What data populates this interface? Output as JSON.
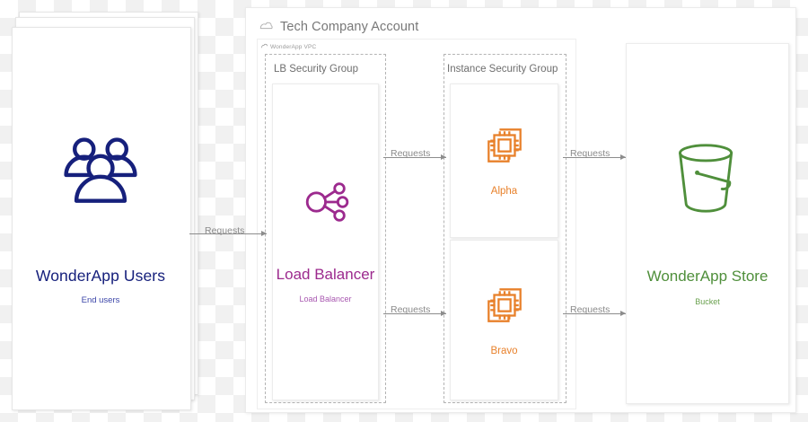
{
  "account": {
    "title": "Tech Company Account",
    "icon": "cloud-icon",
    "vpc_label": "WonderApp VPC",
    "vpc_icon": "vpc-icon"
  },
  "security_groups": [
    {
      "id": "lb",
      "title": "LB Security Group"
    },
    {
      "id": "instance",
      "title": "Instance Security Group"
    }
  ],
  "nodes": {
    "users": {
      "title": "WonderApp Users",
      "subtitle": "End users",
      "icon": "users-group-icon",
      "color": "#16207c",
      "subtitle_color": "#3b45a8"
    },
    "load_balancer": {
      "title": "Load Balancer",
      "subtitle": "Load Balancer",
      "icon": "load-balancer-icon",
      "color": "#9c2a8e",
      "subtitle_color": "#a857b0"
    },
    "alpha": {
      "title": "Alpha",
      "icon": "compute-instance-icon",
      "color": "#e8812b"
    },
    "bravo": {
      "title": "Bravo",
      "icon": "compute-instance-icon",
      "color": "#e8812b"
    },
    "store": {
      "title": "WonderApp Store",
      "subtitle": "Bucket",
      "icon": "bucket-icon",
      "color": "#4f8f3b",
      "subtitle_color": "#6aa14f"
    }
  },
  "arrows": [
    {
      "id": "users-to-lb",
      "label": "Requests"
    },
    {
      "id": "lb-to-alpha",
      "label": "Requests"
    },
    {
      "id": "lb-to-bravo",
      "label": "Requests"
    },
    {
      "id": "alpha-to-store",
      "label": "Requests"
    },
    {
      "id": "bravo-to-store",
      "label": "Requests"
    }
  ],
  "palette": {
    "users": "#16207c",
    "load_balancer": "#9c2a8e",
    "instance": "#e8812b",
    "storage": "#4f8f3b",
    "arrow": "#8c8c8c",
    "dashed_border": "#b4b4b4"
  }
}
